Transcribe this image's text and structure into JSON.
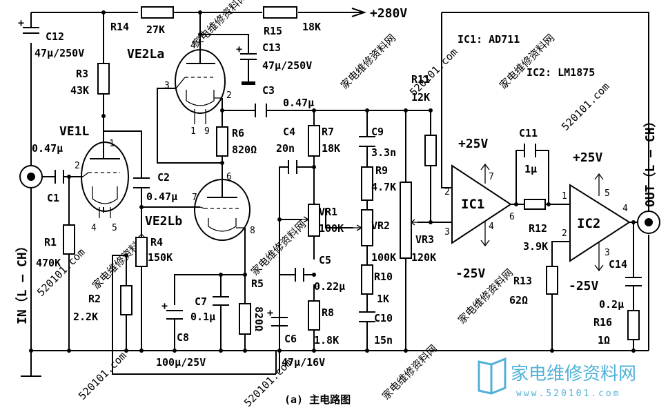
{
  "supply": {
    "b_plus": "+280V",
    "pos25": "+25V",
    "neg25": "-25V"
  },
  "ic_legend": {
    "ic1": "IC1: AD711",
    "ic2": "IC2: LM1875"
  },
  "tubes": {
    "ve1l": "VE1L",
    "ve2la": "VE2La",
    "ve2lb": "VE2Lb"
  },
  "ics": {
    "ic1": "IC1",
    "ic2": "IC2"
  },
  "jacks": {
    "input": "IN（L — CH）",
    "output": "OUT（L — CH）"
  },
  "components": {
    "c12": "C12",
    "c12_val": "47μ/250V",
    "r14": "R14",
    "r14_val": "27K",
    "r15": "R15",
    "r15_val": "18K",
    "c13": "C13",
    "c13_val": "47μ/250V",
    "r3": "R3",
    "r3_val": "43K",
    "c3": "C3",
    "c3_val": "0.47μ",
    "r11": "R11",
    "r11_val": "12K",
    "r6": "R6",
    "r6_val": "820Ω",
    "c4": "C4",
    "c4_val": "20n",
    "r7": "R7",
    "r7_val": "18K",
    "c9": "C9",
    "c9_val": "3.3n",
    "r9": "R9",
    "r9_val": "4.7K",
    "c11": "C11",
    "c11_val": "1μ",
    "c1": "C1",
    "c1_val": "0.47μ",
    "c2": "C2",
    "c2_val": "0.47μ",
    "r1": "R1",
    "r1_val": "470K",
    "r4": "R4",
    "r4_val": "150K",
    "vr1": "VR1",
    "vr1_val": "100K",
    "vr2": "VR2",
    "vr2_val": "100K",
    "vr3": "VR3",
    "vr3_val": "120K",
    "r12": "R12",
    "r12_val": "3.9K",
    "c5": "C5",
    "c5_val": "0.22μ",
    "r2": "R2",
    "r2_val": "2.2K",
    "c7": "C7",
    "c7_val": "0.1μ",
    "r5": "R5",
    "r5_val": "820Ω",
    "r8": "R8",
    "r8_val": "1.8K",
    "r10": "R10",
    "r10_val": "1K",
    "c10": "C10",
    "c10_val": "15n",
    "r13": "R13",
    "r13_val": "62Ω",
    "c14": "C14",
    "c14_val": "0.2μ",
    "r16": "R16",
    "r16_val": "1Ω",
    "c8": "C8",
    "c8_val": "100μ/25V",
    "c6": "C6",
    "c6_val": "47μ/16V"
  },
  "pins": {
    "ve2la_4": "4",
    "ve2la_3": "3",
    "ve2la_2": "2",
    "ve2la_1": "1",
    "ve2la_9": "9",
    "ve1l_1": "1",
    "ve1l_2": "2",
    "ve1l_4": "4",
    "ve1l_5": "5",
    "ve2lb_6": "6",
    "ve2lb_7": "7",
    "ve2lb_8": "8",
    "ic1_2": "2",
    "ic1_3": "3",
    "ic1_6": "6",
    "ic1_7": "7",
    "ic1_4": "4",
    "ic2_1": "1",
    "ic2_2": "2",
    "ic2_4": "4",
    "ic2_5": "5",
    "ic2_3": "3"
  },
  "watermarks": [
    "家电维修资料网",
    "520101.com"
  ],
  "logo": {
    "text": "家电维修资料网",
    "url_text": "www.520101.com"
  },
  "caption": "(a) 主电路图"
}
